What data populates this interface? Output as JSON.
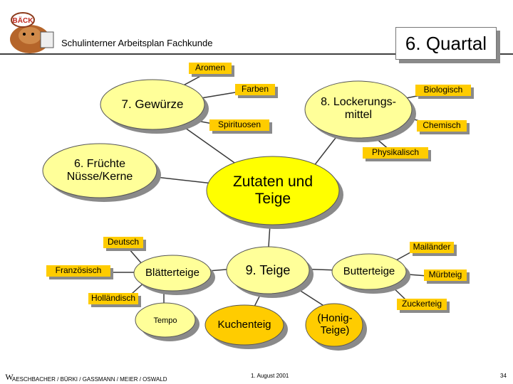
{
  "header": {
    "subtitle": "Schulinterner Arbeitsplan Fachkunde",
    "quarter": "6. Quartal"
  },
  "nodes": {
    "center": "Zutaten und Teige",
    "gewuerze": "7. Gewürze",
    "aromen": "Aromen",
    "farben": "Farben",
    "spirituosen": "Spirituosen",
    "fruechte": "6. Früchte Nüsse/Kerne",
    "lockerung": "8. Lockerungs-mittel",
    "biologisch": "Biologisch",
    "chemisch": "Chemisch",
    "physikalisch": "Physikalisch",
    "teige": "9. Teige",
    "blaetterteige": "Blätterteige",
    "deutsch": "Deutsch",
    "franzoesisch": "Französisch",
    "hollaendisch": "Holländisch",
    "tempo": "Tempo",
    "kuchenteig": "Kuchenteig",
    "butterteige": "Butterteige",
    "mailaender": "Mailänder",
    "muerbteig": "Mürbteig",
    "zuckerteig": "Zuckerteig",
    "honigteige": "(Honig-Teige)"
  },
  "footer": {
    "authors": "AESCHBACHER / BÜRKI / GASSMANN / MEIER / OSWALD",
    "date": "1. August 2001",
    "page": "34"
  },
  "colors": {
    "yellow": "#ffff00",
    "light_yellow": "#ffff99",
    "orange": "#ffcc00",
    "line": "#3a3a3a"
  }
}
